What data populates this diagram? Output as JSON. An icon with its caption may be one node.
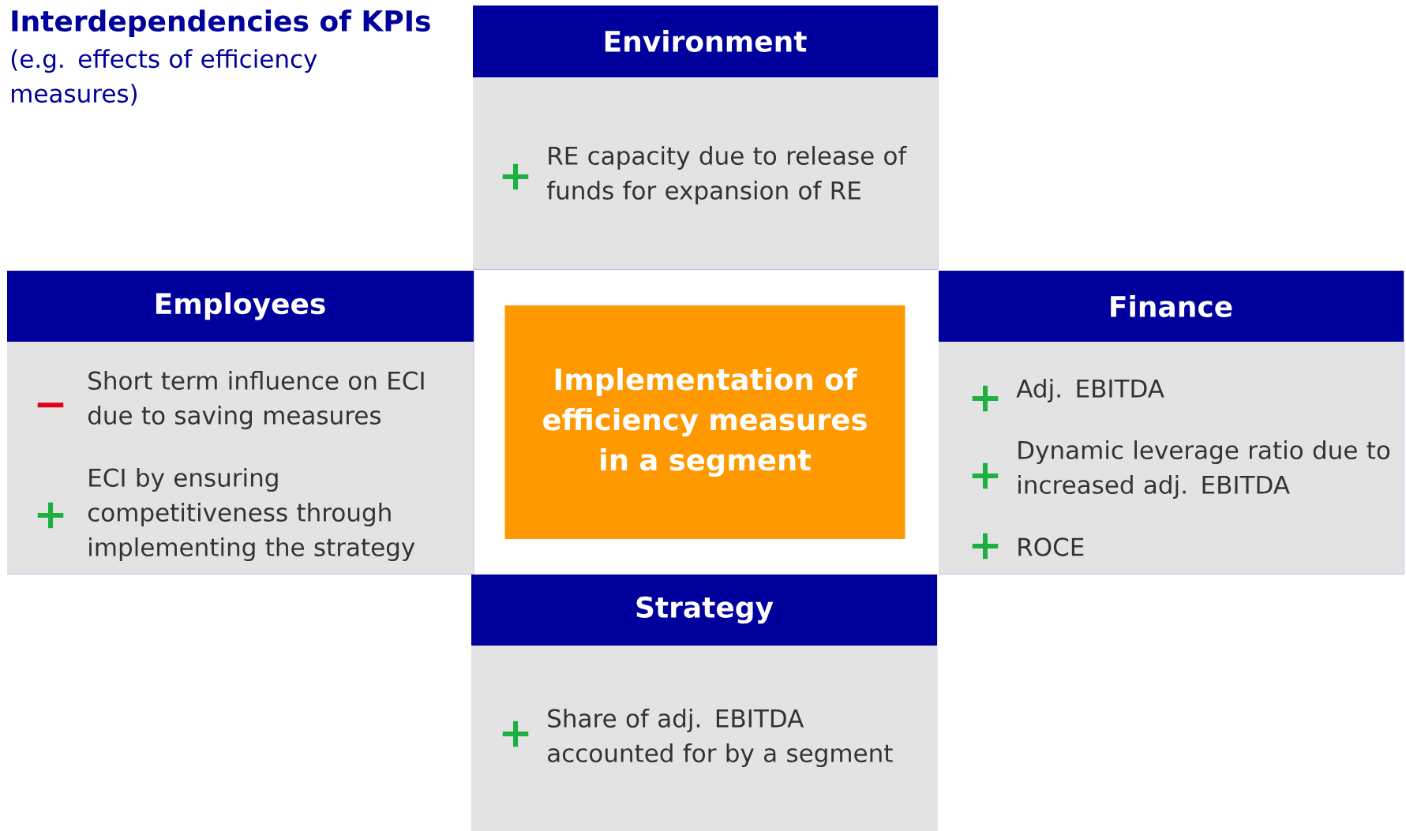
{
  "diagram": {
    "title": "Interdependencies of KPIs",
    "nodes": [
      {
        "text": [
          "Environment",
          "RE capacity due to release of funds for expansion of RE"
        ]
      },
      {
        "text": [
          "Employees",
          "Short term influence on ECI due to saving measures",
          "ECI by ensuring competitiveness through implementing the strategy"
        ]
      },
      {
        "text": [
          "Implementation of efficiency measures in a segment"
        ]
      },
      {
        "text": [
          "Finance",
          "Adj. EBITDA",
          "Dynamic leverage ratio due to increased adj. EBITDA",
          "ROCE"
        ]
      },
      {
        "text": [
          "Strategy",
          "Share of adj. EBITDA accounted for by a segment"
        ]
      }
    ],
    "labels": [
      "(e.g. effects of efficiency measures)",
      "+",
      "−",
      "+",
      "+",
      "+",
      "+",
      "+"
    ]
  }
}
